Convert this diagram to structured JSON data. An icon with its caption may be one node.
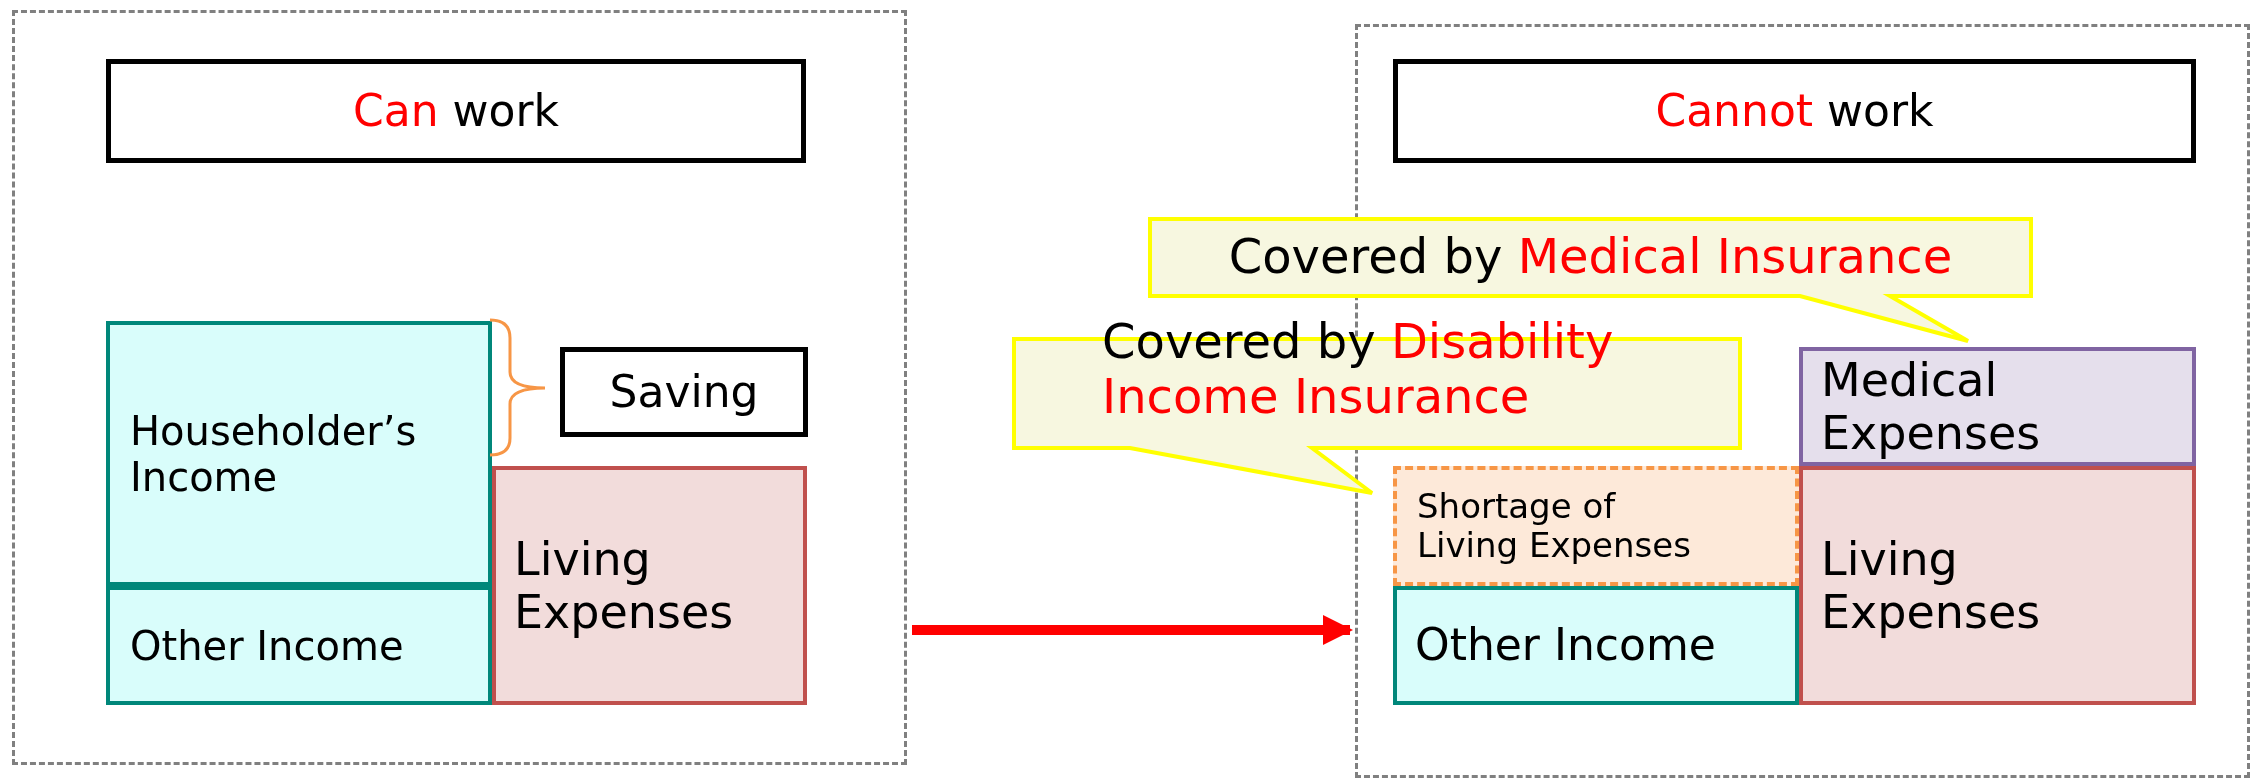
{
  "diagram": {
    "nodes": [
      {
        "text": [],
        "shape": "box"
      },
      {
        "text": [
          "Can work"
        ],
        "in": 0
      },
      {
        "text": [
          "Householder’s Income"
        ],
        "in": 0
      },
      {
        "text": [
          "Other Income"
        ],
        "in": 0
      },
      {
        "text": [
          "Saving"
        ],
        "in": 0
      },
      {
        "text": [
          "Living Expenses"
        ],
        "in": 0
      },
      {
        "text": [],
        "shape": "box"
      },
      {
        "text": [
          "Cannot work"
        ],
        "in": 6
      },
      {
        "text": [
          "Covered by Medical Insurance"
        ]
      },
      {
        "text": [
          "Covered by Disability Income Insurance"
        ]
      },
      {
        "text": [
          "Medical Expenses"
        ],
        "in": 6
      },
      {
        "text": [
          "Shortage of Living Expenses"
        ],
        "in": 6
      },
      {
        "text": [
          "Other Income"
        ],
        "in": 6
      },
      {
        "text": [
          "Living Expenses"
        ],
        "in": 6
      }
    ],
    "edges": [
      {
        "from": 0,
        "to": 6,
        "arrow": "to",
        "color": "#ff0000"
      }
    ]
  }
}
